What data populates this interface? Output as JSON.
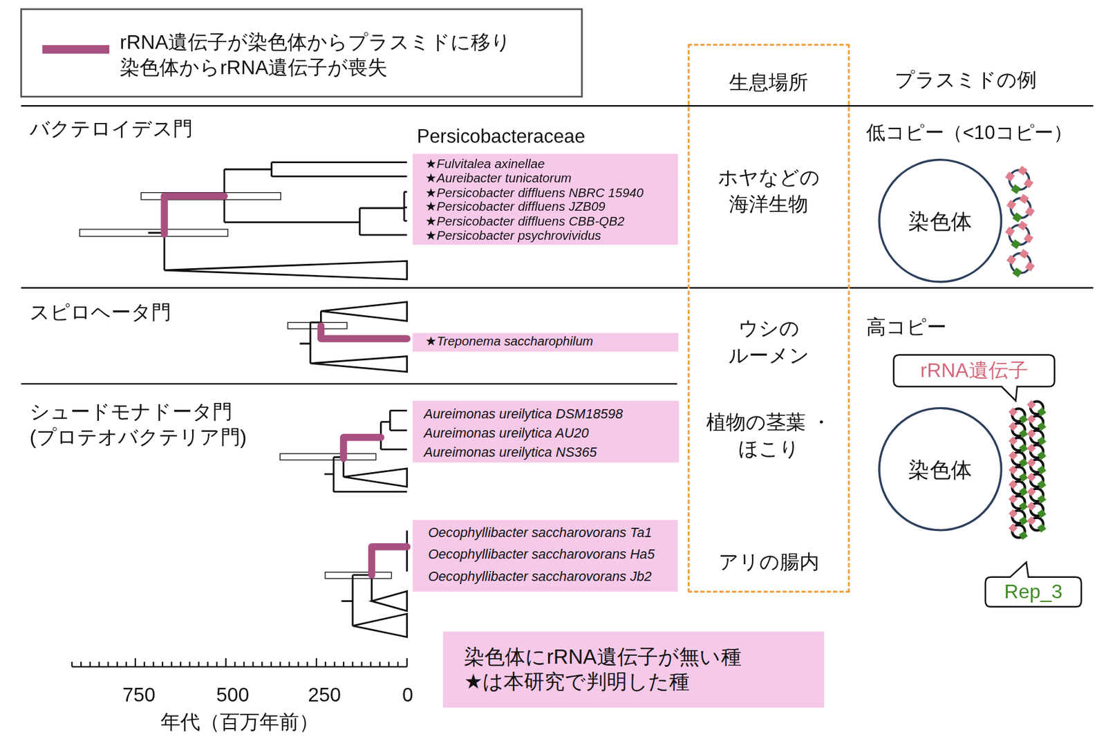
{
  "diagram": {
    "nodes": [
      {
        "text": [
          "Persicobacteraceae",
          "★Fulvitalea axinellae",
          "★Aureibacter tunicatorum",
          "★Persicobacter diffluens NBRC 15940",
          "★Persicobacter diffluens JZB09",
          "★Persicobacter diffluens CBB-QB2",
          "★Persicobacter psychrovividus"
        ]
      },
      {
        "text": [
          "★Treponema saccharophilum"
        ]
      },
      {
        "text": [
          "Aureimonas ureilytica DSM18598",
          "Aureimonas ureilytica AU20",
          "Aureimonas ureilytica NS365"
        ]
      },
      {
        "text": [
          "Oecophyllibacter saccharovorans Ta1",
          "Oecophyllibacter saccharovorans Ha5",
          "Oecophyllibacter saccharovorans Jb2"
        ]
      },
      {
        "text": [
          "生息場所",
          "ホヤなどの 海洋生物",
          "ウシの ルーメン",
          "植物の茎葉 ・ほこり",
          "アリの腸内"
        ]
      },
      {
        "text": [
          "染色体"
        ]
      },
      {
        "text": [
          "rRNA遺伝子"
        ]
      },
      {
        "text": [
          "染色体"
        ]
      },
      {
        "text": [
          "Rep_3"
        ]
      },
      {
        "text": [
          "染色体にrRNA遺伝子が無い種",
          "★は本研究で判明した種"
        ]
      }
    ],
    "labels": [
      "バクテロイデス門",
      "スピロヘータ門",
      "シュードモナドータ門 (プロテオバクテリア門)",
      "プラスミドの例",
      "低コピー（<10コピー）",
      "高コピー",
      "750",
      "500",
      "250",
      "0",
      "年代（百万年前）"
    ],
    "legend": [
      {
        "text": "rRNA遺伝子が染色体からプラスミドに移り 染色体からrRNA遺伝子が喪失",
        "color": "#a8507f"
      }
    ]
  }
}
